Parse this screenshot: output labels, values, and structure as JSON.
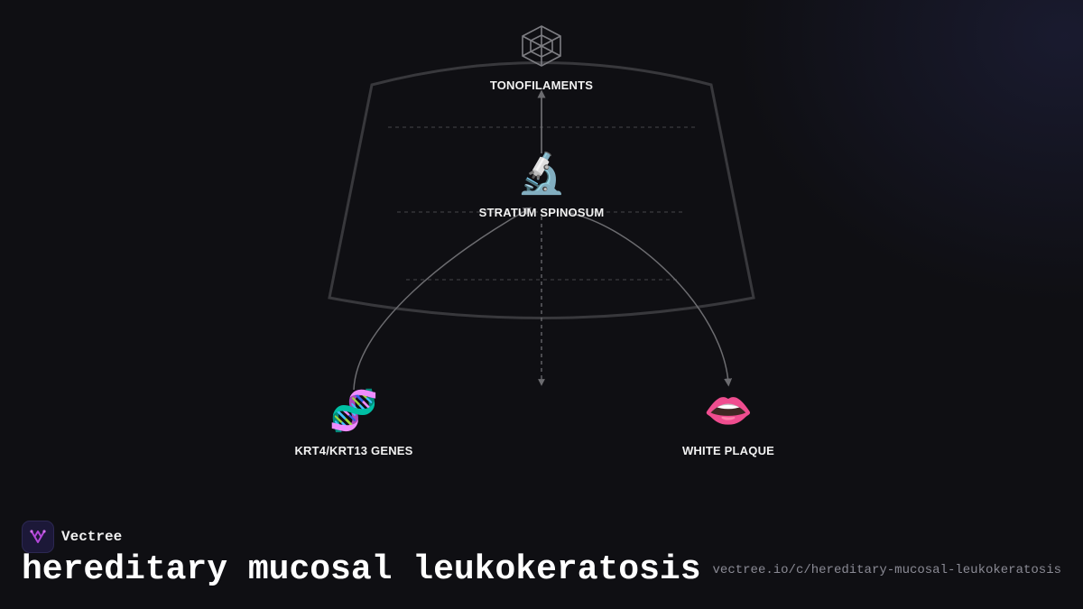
{
  "nodes": {
    "tonofilaments": {
      "label": "TONOFILAMENTS",
      "icon": "spider-web-icon"
    },
    "stratum_spinosum": {
      "label": "STRATUM SPINOSUM",
      "icon": "microscope-icon",
      "emoji": "🔬"
    },
    "genes": {
      "label": "KRT4/KRT13 GENES",
      "icon": "dna-icon",
      "emoji": "🧬"
    },
    "white_plaque": {
      "label": "WHITE PLAQUE",
      "icon": "mouth-icon",
      "emoji": "👄"
    }
  },
  "footer": {
    "brand": "Vectree",
    "title": "hereditary mucosal leukokeratosis",
    "url": "vectree.io/c/hereditary-mucosal-leukokeratosis"
  },
  "colors": {
    "background": "#0f0f13",
    "shape_stroke": "#3a3a3e",
    "edge": "#6c6c70",
    "text": "#f2f2f2",
    "brand_accent": "#b347d9"
  }
}
